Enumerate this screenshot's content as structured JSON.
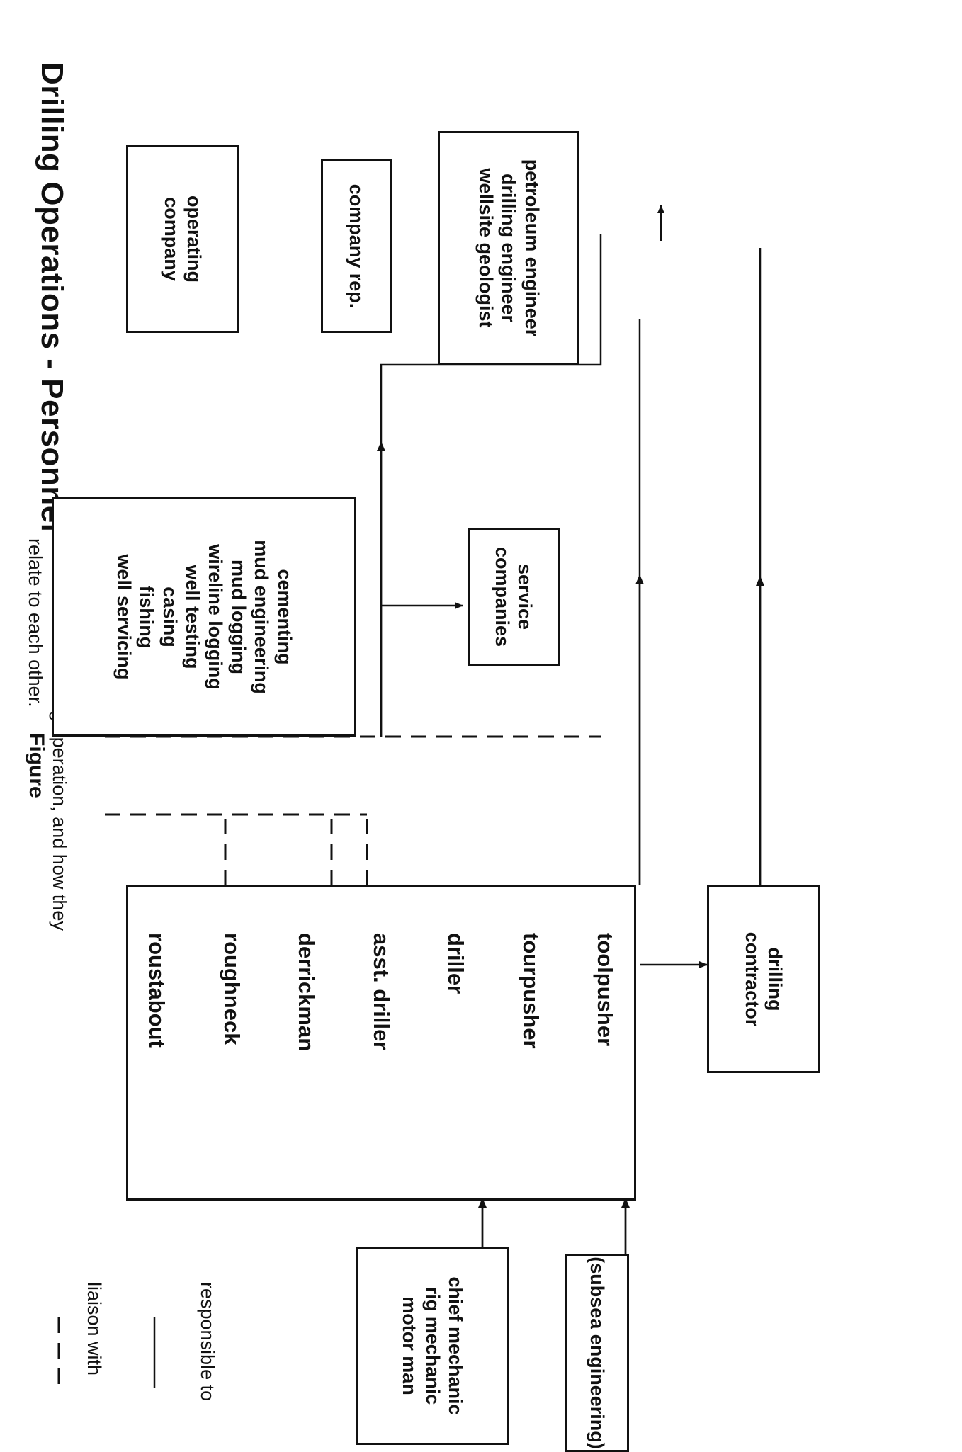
{
  "title": "Drilling Operations - Personnel",
  "subtitle": [
    "involved in the drilling operation, and how they",
    "relate to each other."
  ],
  "boxes": {
    "operating_company": [
      "operating",
      "company"
    ],
    "company_rep": [
      "company rep."
    ],
    "engineers": [
      "petroleum engineer",
      "drilling engineer",
      "wellsite geologist"
    ],
    "service_companies": [
      "service",
      "companies"
    ],
    "services": [
      "cementing",
      "mud engineering",
      "mud logging",
      "wireline logging",
      "well testing",
      "casing",
      "fishing",
      "well servicing"
    ],
    "drilling_contractor": [
      "drilling",
      "contractor"
    ],
    "rig_crew": [
      "toolpusher",
      "tourpusher",
      "driller",
      "asst. driller",
      "derrickman",
      "roughneck",
      "roustabout"
    ],
    "subsea": [
      "(subsea engineering)"
    ],
    "mechanics": [
      "chief mechanic",
      "rig mechanic",
      "motor man"
    ]
  },
  "figure_label": "Figure",
  "legend": {
    "responsible": "responsible to",
    "liaison": "liaison with"
  }
}
